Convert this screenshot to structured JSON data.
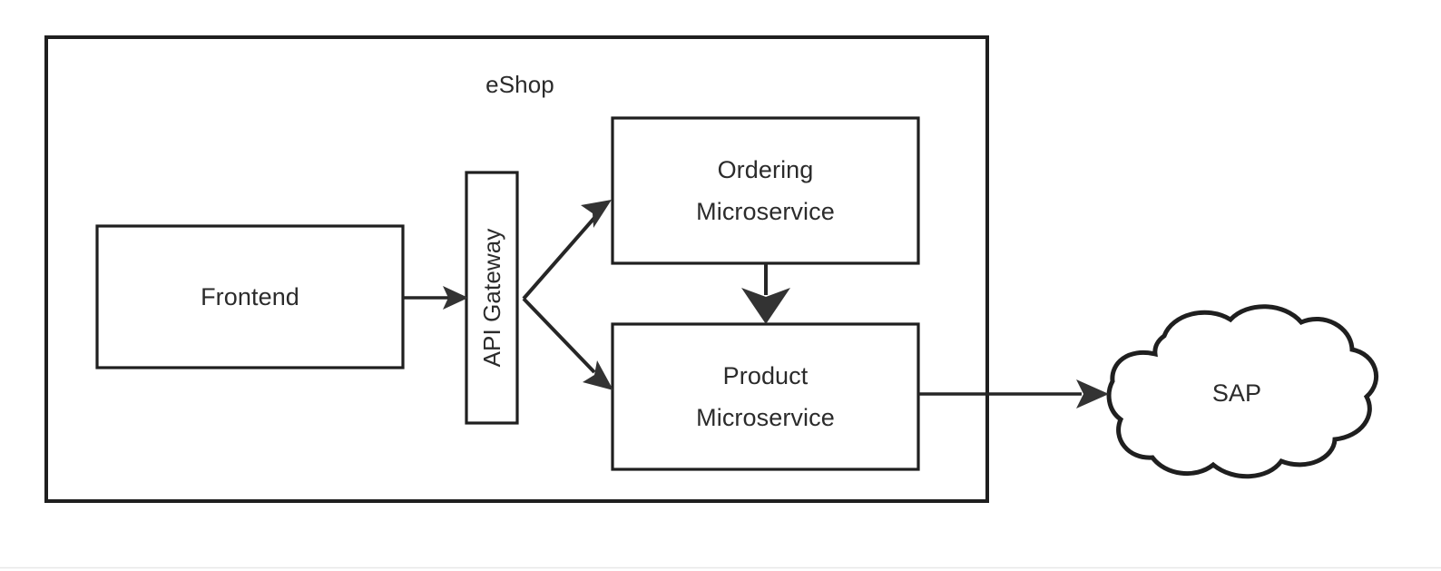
{
  "diagram": {
    "title": "eShop",
    "background_color": "#ffffff",
    "stroke_color": "#1f1f1f",
    "text_color": "#2b2b2b",
    "footer_rule_color": "#e8e8e8",
    "container": {
      "label": "eShop",
      "shape": "rectangle"
    },
    "nodes": {
      "frontend": {
        "label": "Frontend",
        "shape": "rectangle"
      },
      "api_gateway": {
        "label": "API Gateway",
        "shape": "rectangle",
        "orientation": "vertical-text"
      },
      "ordering": {
        "label_line1": "Ordering",
        "label_line2": "Microservice",
        "shape": "rectangle"
      },
      "product": {
        "label_line1": "Product",
        "label_line2": "Microservice",
        "shape": "rectangle"
      },
      "sap": {
        "label": "SAP",
        "shape": "cloud"
      }
    },
    "edges": [
      {
        "from": "frontend",
        "to": "api_gateway",
        "style": "solid",
        "arrow": "filled"
      },
      {
        "from": "api_gateway",
        "to": "ordering",
        "style": "solid",
        "arrow": "filled"
      },
      {
        "from": "api_gateway",
        "to": "product",
        "style": "solid",
        "arrow": "filled"
      },
      {
        "from": "ordering",
        "to": "product",
        "style": "solid",
        "arrow": "filled"
      },
      {
        "from": "product",
        "to": "sap",
        "style": "solid",
        "arrow": "filled"
      }
    ]
  }
}
